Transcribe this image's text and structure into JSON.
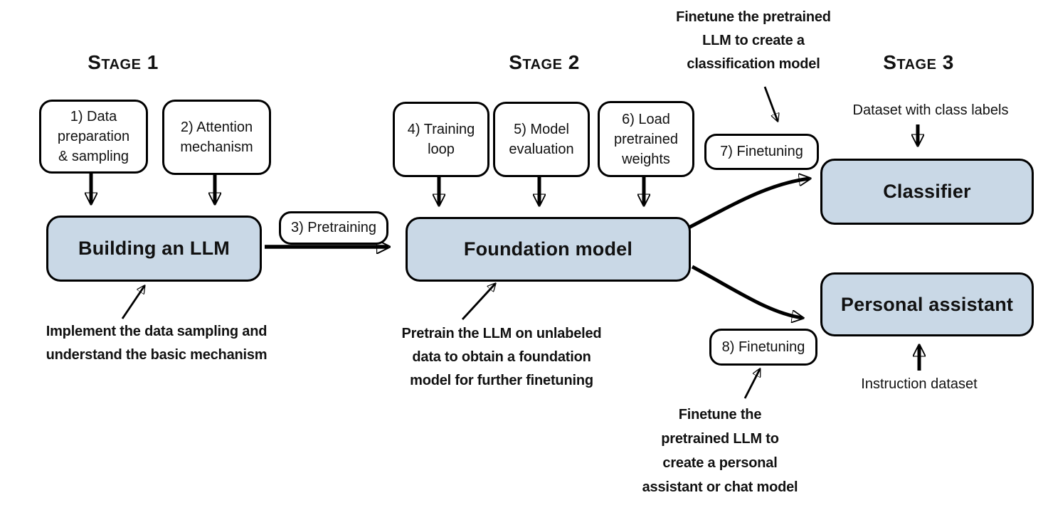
{
  "colors": {
    "node_fill": "#c9d8e6",
    "stroke": "#000000",
    "background": "#ffffff"
  },
  "stages": {
    "stage1": {
      "title": "Stage 1"
    },
    "stage2": {
      "title": "Stage 2"
    },
    "stage3": {
      "title": "Stage 3"
    }
  },
  "steps": {
    "step1": {
      "label": "1) Data\npreparation\n& sampling"
    },
    "step2": {
      "label": "2) Attention\nmechanism"
    },
    "step3": {
      "label": "3) Pretraining"
    },
    "step4": {
      "label": "4) Training\nloop"
    },
    "step5": {
      "label": "5) Model\nevaluation"
    },
    "step6": {
      "label": "6) Load\npretrained\nweights"
    },
    "step7": {
      "label": "7) Finetuning"
    },
    "step8": {
      "label": "8) Finetuning"
    }
  },
  "nodes": {
    "building_llm": {
      "label": "Building an LLM"
    },
    "foundation_model": {
      "label": "Foundation model"
    },
    "classifier": {
      "label": "Classifier"
    },
    "personal_assistant": {
      "label": "Personal assistant"
    }
  },
  "annotations": {
    "stage1_note": {
      "text": "Implement the data sampling and\nunderstand the basic mechanism"
    },
    "stage2_note": {
      "text": "Pretrain the LLM on unlabeled\ndata to obtain a foundation\nmodel for further finetuning"
    },
    "classifier_note": {
      "text": "Finetune the pretrained\nLLM to create a\nclassification model"
    },
    "assistant_note": {
      "text": "Finetune the\npretrained LLM to\ncreate a personal\nassistant or chat model"
    }
  },
  "io_labels": {
    "classifier_input": {
      "text": "Dataset with class labels"
    },
    "assistant_input": {
      "text": "Instruction dataset"
    }
  }
}
